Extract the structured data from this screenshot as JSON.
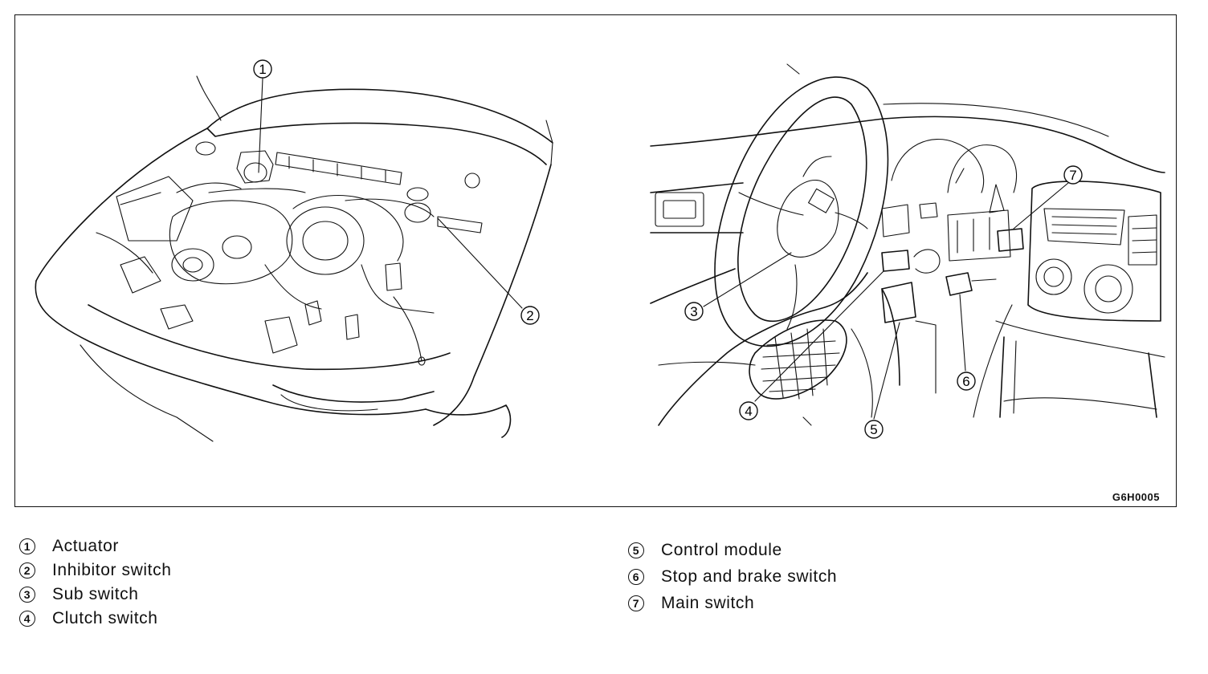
{
  "figure": {
    "code": "G6H0005",
    "callouts": [
      {
        "num": "1"
      },
      {
        "num": "2"
      },
      {
        "num": "3"
      },
      {
        "num": "4"
      },
      {
        "num": "5"
      },
      {
        "num": "6"
      },
      {
        "num": "7"
      }
    ]
  },
  "legend": {
    "left": [
      {
        "num": "1",
        "label": "Actuator"
      },
      {
        "num": "2",
        "label": "Inhibitor switch"
      },
      {
        "num": "3",
        "label": "Sub switch"
      },
      {
        "num": "4",
        "label": "Clutch switch"
      }
    ],
    "right": [
      {
        "num": "5",
        "label": "Control module"
      },
      {
        "num": "6",
        "label": "Stop and brake switch"
      },
      {
        "num": "7",
        "label": "Main switch"
      }
    ]
  }
}
